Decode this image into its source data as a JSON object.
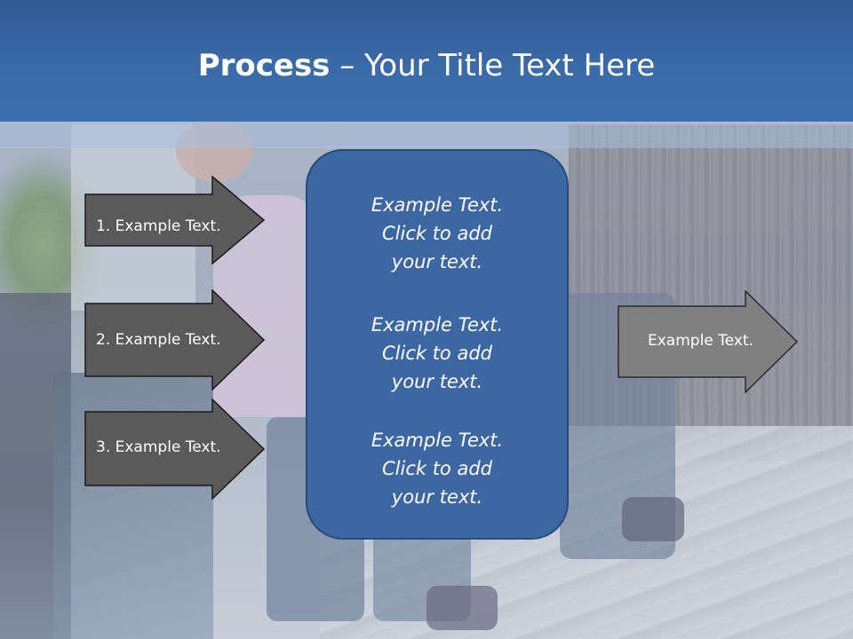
{
  "slide": {
    "title_bold": "Process",
    "title_rest": " – Your Title Text Here"
  },
  "left_arrows": [
    {
      "label": "1. Example Text."
    },
    {
      "label": "2. Example Text."
    },
    {
      "label": "3. Example Text."
    }
  ],
  "center_box": {
    "blocks": [
      {
        "text": "Example Text.\nClick  to add\nyour text."
      },
      {
        "text": "Example Text.\nClick  to add\nyour text."
      },
      {
        "text": "Example Text.\nClick  to add\nyour text."
      }
    ]
  },
  "right_arrow": {
    "label": "Example Text."
  },
  "colors": {
    "title_band": "#3a6aa8",
    "center_box": "#3c67a3",
    "left_arrow_fill": "#5a5a5a",
    "right_arrow_fill": "#808080"
  }
}
